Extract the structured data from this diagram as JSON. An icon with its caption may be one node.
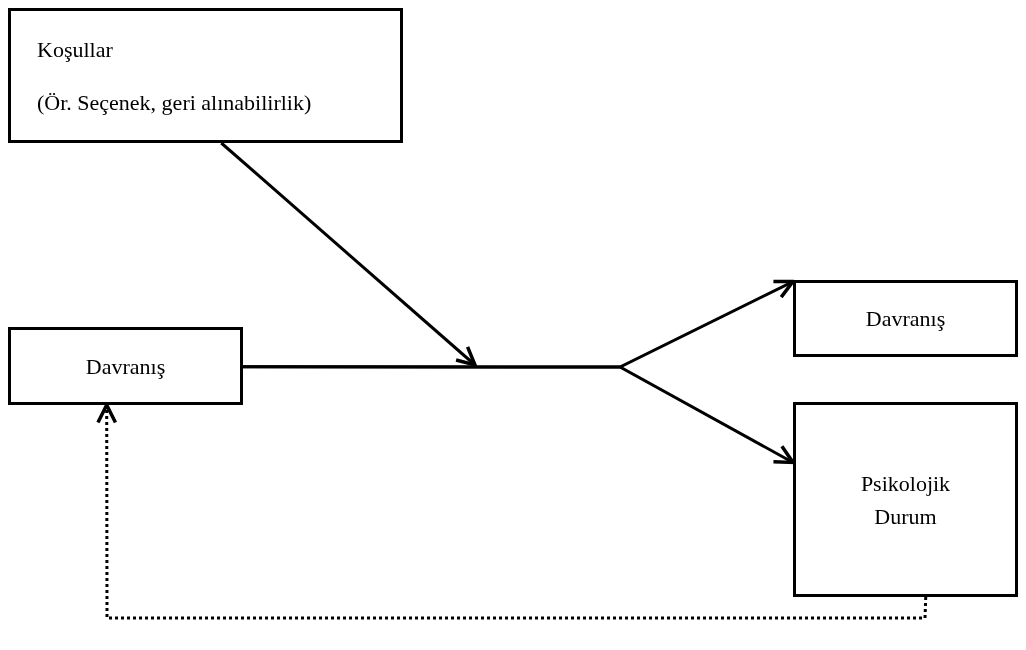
{
  "diagram": {
    "nodes": [
      {
        "text": [
          "Koşullar",
          "(Ör. Seçenek, geri alınabilirlik)"
        ]
      },
      {
        "text": [
          "Davranış"
        ]
      },
      {
        "text": [
          "Davranış"
        ]
      },
      {
        "text": [
          "Psikolojik Durum"
        ]
      }
    ],
    "edges": [
      {
        "from": 0,
        "to": null,
        "arrow": "to"
      },
      {
        "from": 1,
        "to": 2,
        "arrow": "to"
      },
      {
        "from": 1,
        "to": 3,
        "arrow": "to"
      },
      {
        "from": 3,
        "to": 1,
        "arrow": "to",
        "style": "dashed"
      }
    ]
  }
}
